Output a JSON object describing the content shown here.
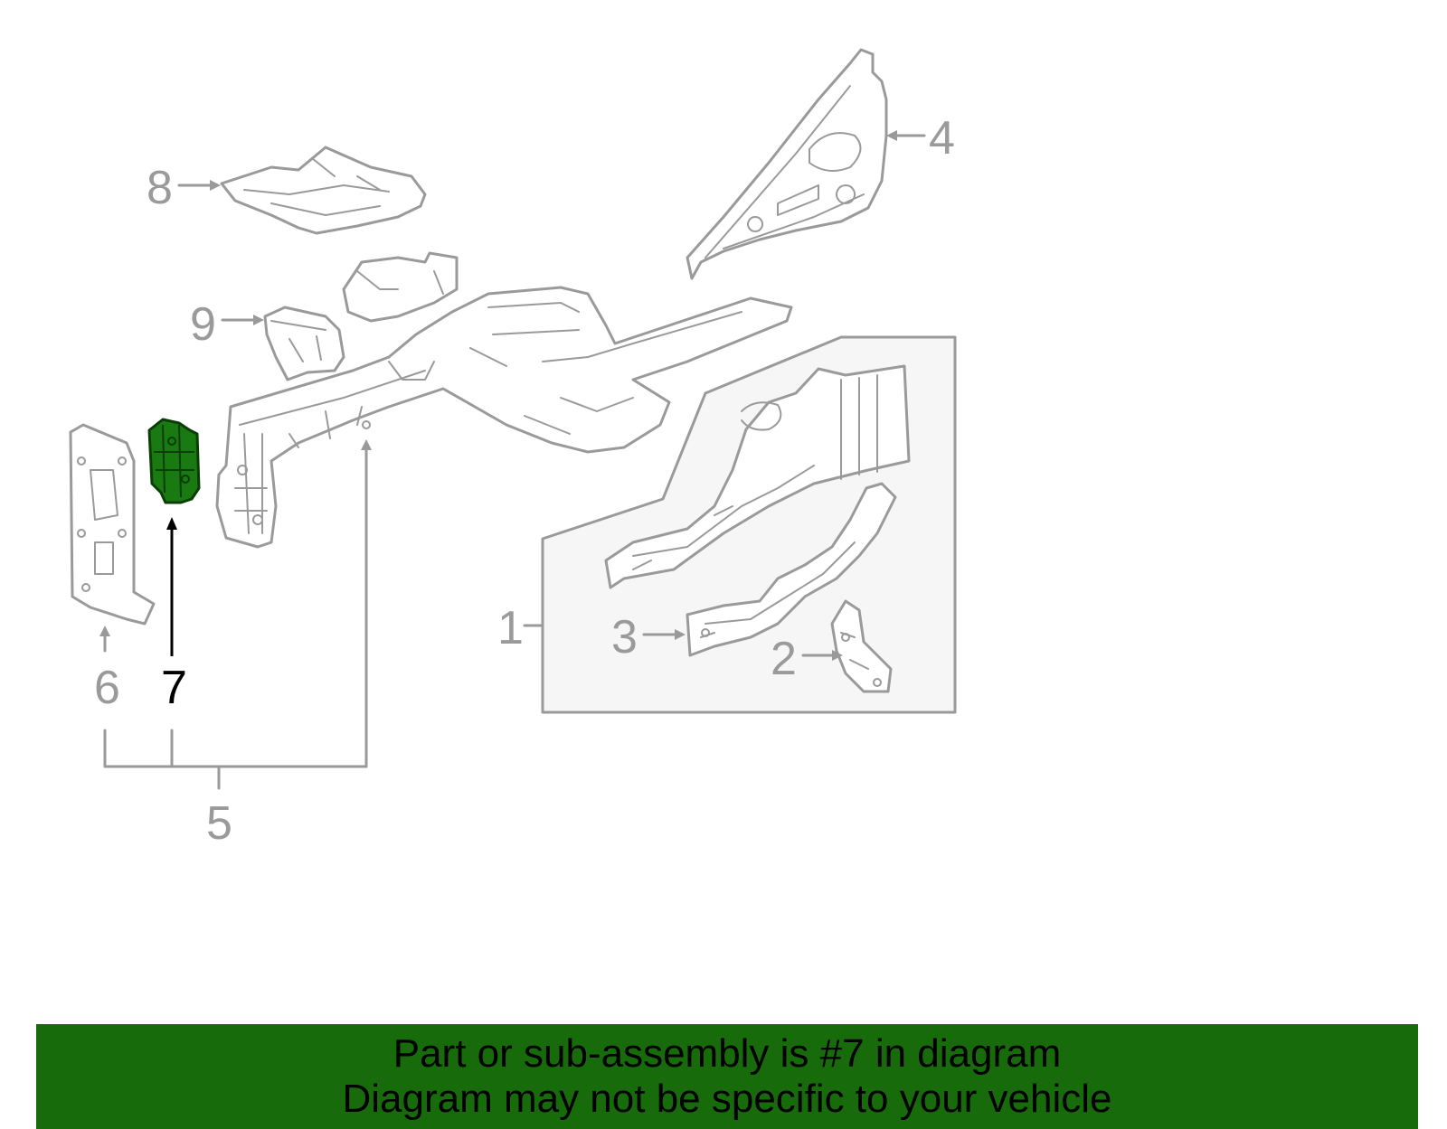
{
  "diagram": {
    "callouts": {
      "c1": "1",
      "c2": "2",
      "c3": "3",
      "c4": "4",
      "c5": "5",
      "c6": "6",
      "c7": "7",
      "c8": "8",
      "c9": "9"
    },
    "highlighted_part": "7",
    "colors": {
      "part_outline": "#9a9a9a",
      "highlight_fill": "#1a7a12",
      "highlight_outline": "#0b3d07",
      "banner": "#176b0b",
      "subassembly_box": "#f6f6f6"
    }
  },
  "banner": {
    "line1": "Part or sub-assembly is #7 in diagram",
    "line2": "Diagram may not be specific to your vehicle"
  }
}
